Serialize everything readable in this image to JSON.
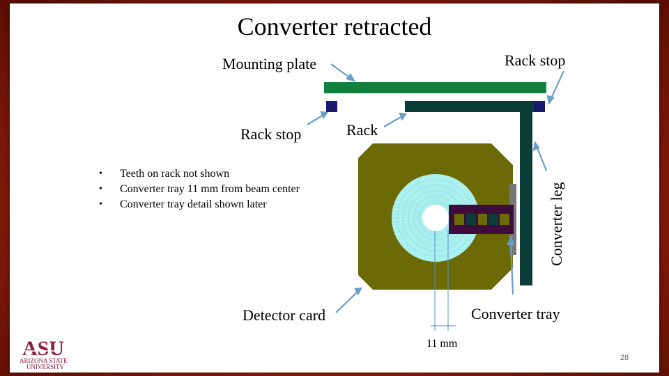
{
  "title": "Converter retracted",
  "labels": {
    "mounting_plate": "Mounting plate",
    "rack_stop_top": "Rack stop",
    "rack_stop_left": "Rack stop",
    "rack": "Rack",
    "converter_leg": "Converter leg",
    "detector_card": "Detector card",
    "converter_tray": "Converter tray",
    "gap_dimension": "11 mm"
  },
  "bullets": [
    "Teeth on rack not shown",
    "Converter tray 11 mm from beam center",
    "Converter tray detail shown later"
  ],
  "logo": {
    "line1": "ASU",
    "line2": "ARIZONA STATE",
    "line3": "UNIVERSITY",
    "color": "#8c1d40"
  },
  "page_number": "28",
  "colors": {
    "mounting_plate": "#138040",
    "rack": "#0b3d38",
    "rack_stop": "#1a1a6e",
    "detector_card": "#6b6a06",
    "disk": "#aef2f0",
    "converter_tray": "#3d0c3d",
    "arrow": "#6a9ec8"
  }
}
